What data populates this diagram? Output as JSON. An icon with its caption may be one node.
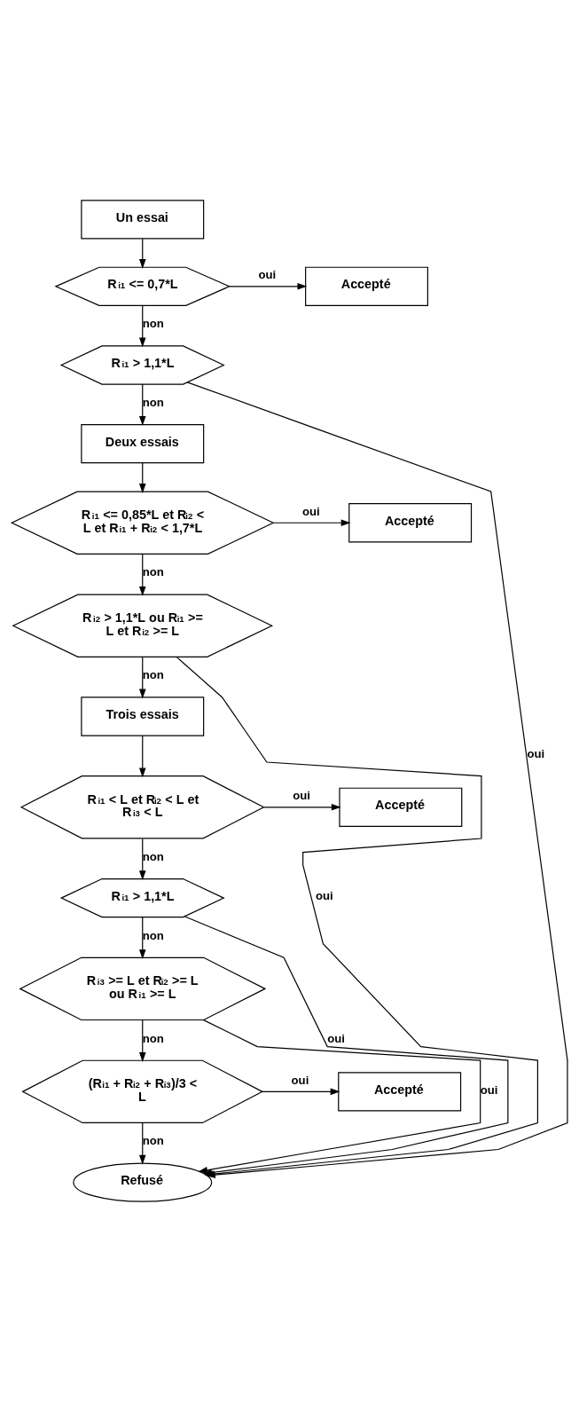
{
  "diagram": {
    "nodes": [
      {
        "text": [
          "Un essai"
        ]
      },
      {
        "text": [
          "R$_{i1}$ <= 0,7*L"
        ]
      },
      {
        "text": [
          "Accepté"
        ]
      },
      {
        "text": [
          "R$_{i1}$ > 1,1*L"
        ]
      },
      {
        "text": [
          "Deux essais"
        ]
      },
      {
        "text": [
          "R$_{i1}$ <= 0,85*L et R$_{i2}$ < L et R$_{i1}$ + R$_{i2}$ < 1,7*L"
        ]
      },
      {
        "text": [
          "Accepté"
        ]
      },
      {
        "text": [
          "R$_{i2}$ > 1,1*L ou R$_{i1}$ >= L et R$_{i2}$ >= L"
        ]
      },
      {
        "text": [
          "Trois essais"
        ]
      },
      {
        "text": [
          "R$_{i1}$ < L et R$_{i2}$ < L et R$_{i3}$ < L"
        ]
      },
      {
        "text": [
          "Accepté"
        ]
      },
      {
        "text": [
          "R$_{i1}$ > 1,1*L"
        ]
      },
      {
        "text": [
          "R$_{i3}$ >= L et R$_{i2}$ >= L ou R$_{i1}$ >= L"
        ]
      },
      {
        "text": [
          "(R$_{i1}$ + R$_{i2}$ + R$_{i3}$)/3 < L"
        ]
      },
      {
        "text": [
          "Accepté"
        ]
      },
      {
        "text": [
          "Refusé"
        ]
      }
    ],
    "edges": [
      {
        "from": 0,
        "to": 1,
        "arrow": "to"
      },
      {
        "from": 1,
        "to": 2,
        "arrow": "to",
        "label": "oui"
      },
      {
        "from": 1,
        "to": 3,
        "arrow": "to",
        "label": "non"
      },
      {
        "from": 3,
        "to": 15,
        "arrow": "to",
        "label": "oui"
      },
      {
        "from": 3,
        "to": 4,
        "arrow": "to",
        "label": "non"
      },
      {
        "from": 4,
        "to": 5,
        "arrow": "to"
      },
      {
        "from": 5,
        "to": 6,
        "arrow": "to",
        "label": "oui"
      },
      {
        "from": 5,
        "to": 7,
        "arrow": "to",
        "label": "non"
      },
      {
        "from": 7,
        "to": 15,
        "arrow": "to",
        "label": "oui"
      },
      {
        "from": 7,
        "to": 8,
        "arrow": "to",
        "label": "non"
      },
      {
        "from": 8,
        "to": 9,
        "arrow": "to"
      },
      {
        "from": 9,
        "to": 10,
        "arrow": "to",
        "label": "oui"
      },
      {
        "from": 9,
        "to": 11,
        "arrow": "to",
        "label": "non"
      },
      {
        "from": 11,
        "to": 15,
        "arrow": "to",
        "label": "oui"
      },
      {
        "from": 11,
        "to": 12,
        "arrow": "to",
        "label": "non"
      },
      {
        "from": 12,
        "to": 15,
        "arrow": "to",
        "label": "oui"
      },
      {
        "from": 12,
        "to": 13,
        "arrow": "to",
        "label": "non"
      },
      {
        "from": 13,
        "to": 14,
        "arrow": "to",
        "label": "oui"
      },
      {
        "from": 13,
        "to": 15,
        "arrow": "to",
        "label": "non"
      }
    ]
  }
}
